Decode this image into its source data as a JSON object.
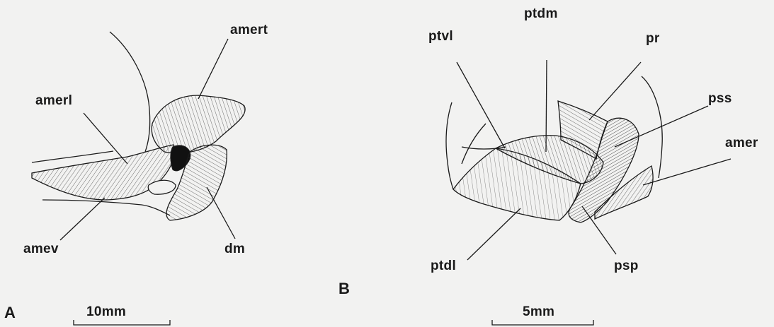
{
  "panel_a": {
    "panel_label": "A",
    "labels": {
      "amert": "amert",
      "amerl": "amerl",
      "amev": "amev",
      "dm": "dm"
    },
    "scale_label": "10mm"
  },
  "panel_b": {
    "panel_label": "B",
    "labels": {
      "ptdm": "ptdm",
      "ptvl": "ptvl",
      "pr": "pr",
      "pss": "pss",
      "amer": "amer",
      "ptdl": "ptdl",
      "psp": "psp"
    },
    "scale_label": "5mm"
  },
  "colors": {
    "ink": "#1a1a1a",
    "paper": "#f2f2f1"
  }
}
